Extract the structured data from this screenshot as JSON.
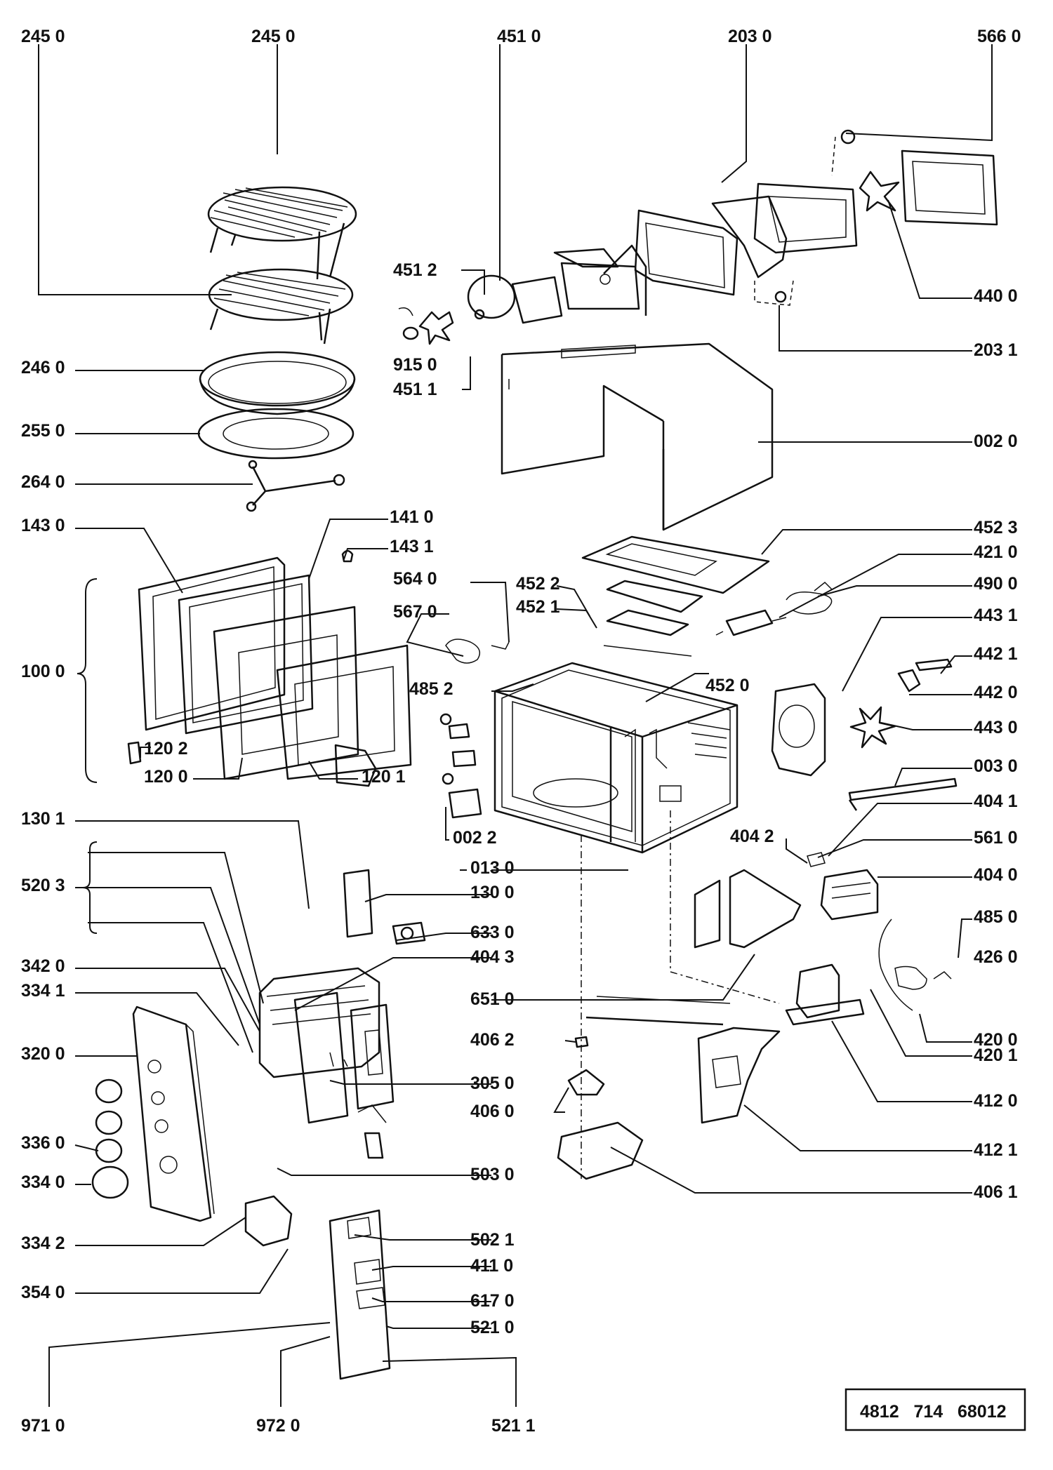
{
  "labels": {
    "l2450a": "245 0",
    "l2450b": "245 0",
    "l4510": "451 0",
    "l2030": "203 0",
    "l5660": "566 0",
    "l4512": "451 2",
    "l9150": "915 0",
    "l4511": "451 1",
    "l4400": "440 0",
    "l2031": "203 1",
    "l2460": "246 0",
    "l2550": "255 0",
    "l2640": "264 0",
    "l0020": "002 0",
    "l1430": "143 0",
    "l1410": "141 0",
    "l1431": "143 1",
    "l4523": "452 3",
    "l5640": "564 0",
    "l4210": "421 0",
    "l4522": "452 2",
    "l5670": "567 0",
    "l4521": "452 1",
    "l4900": "490 0",
    "l4431": "443 1",
    "l4421": "442 1",
    "l1000": "100 0",
    "l4852": "485 2",
    "l4520": "452 0",
    "l4420": "442 0",
    "l4430": "443 0",
    "l1202": "120 2",
    "l1200": "120 0",
    "l1201": "120 1",
    "l0030": "003 0",
    "l0022": "002 2",
    "l4041": "404 1",
    "l1301": "130 1",
    "l4042": "404 2",
    "l5610": "561 0",
    "l0130": "013 0",
    "l4040": "404 0",
    "l5203": "520 3",
    "l1300": "130 0",
    "l4850": "485 0",
    "l6330": "633 0",
    "l4043": "404 3",
    "l4260": "426 0",
    "l3420": "342 0",
    "l3341": "334 1",
    "l6510": "651 0",
    "l4062": "406 2",
    "l4200": "420 0",
    "l4201": "420 1",
    "l3200": "320 0",
    "l3050": "305 0",
    "l4120": "412 0",
    "l4060": "406 0",
    "l4121": "412 1",
    "l3360": "336 0",
    "l5030": "503 0",
    "l3340": "334 0",
    "l4061": "406 1",
    "l3342": "334 2",
    "l5021": "502 1",
    "l4110": "411 0",
    "l3540": "354 0",
    "l6170": "617 0",
    "l5210": "521 0",
    "l9710": "971 0",
    "l9720": "972 0",
    "l5211": "521 1"
  },
  "document_code": "4812   714   68012"
}
